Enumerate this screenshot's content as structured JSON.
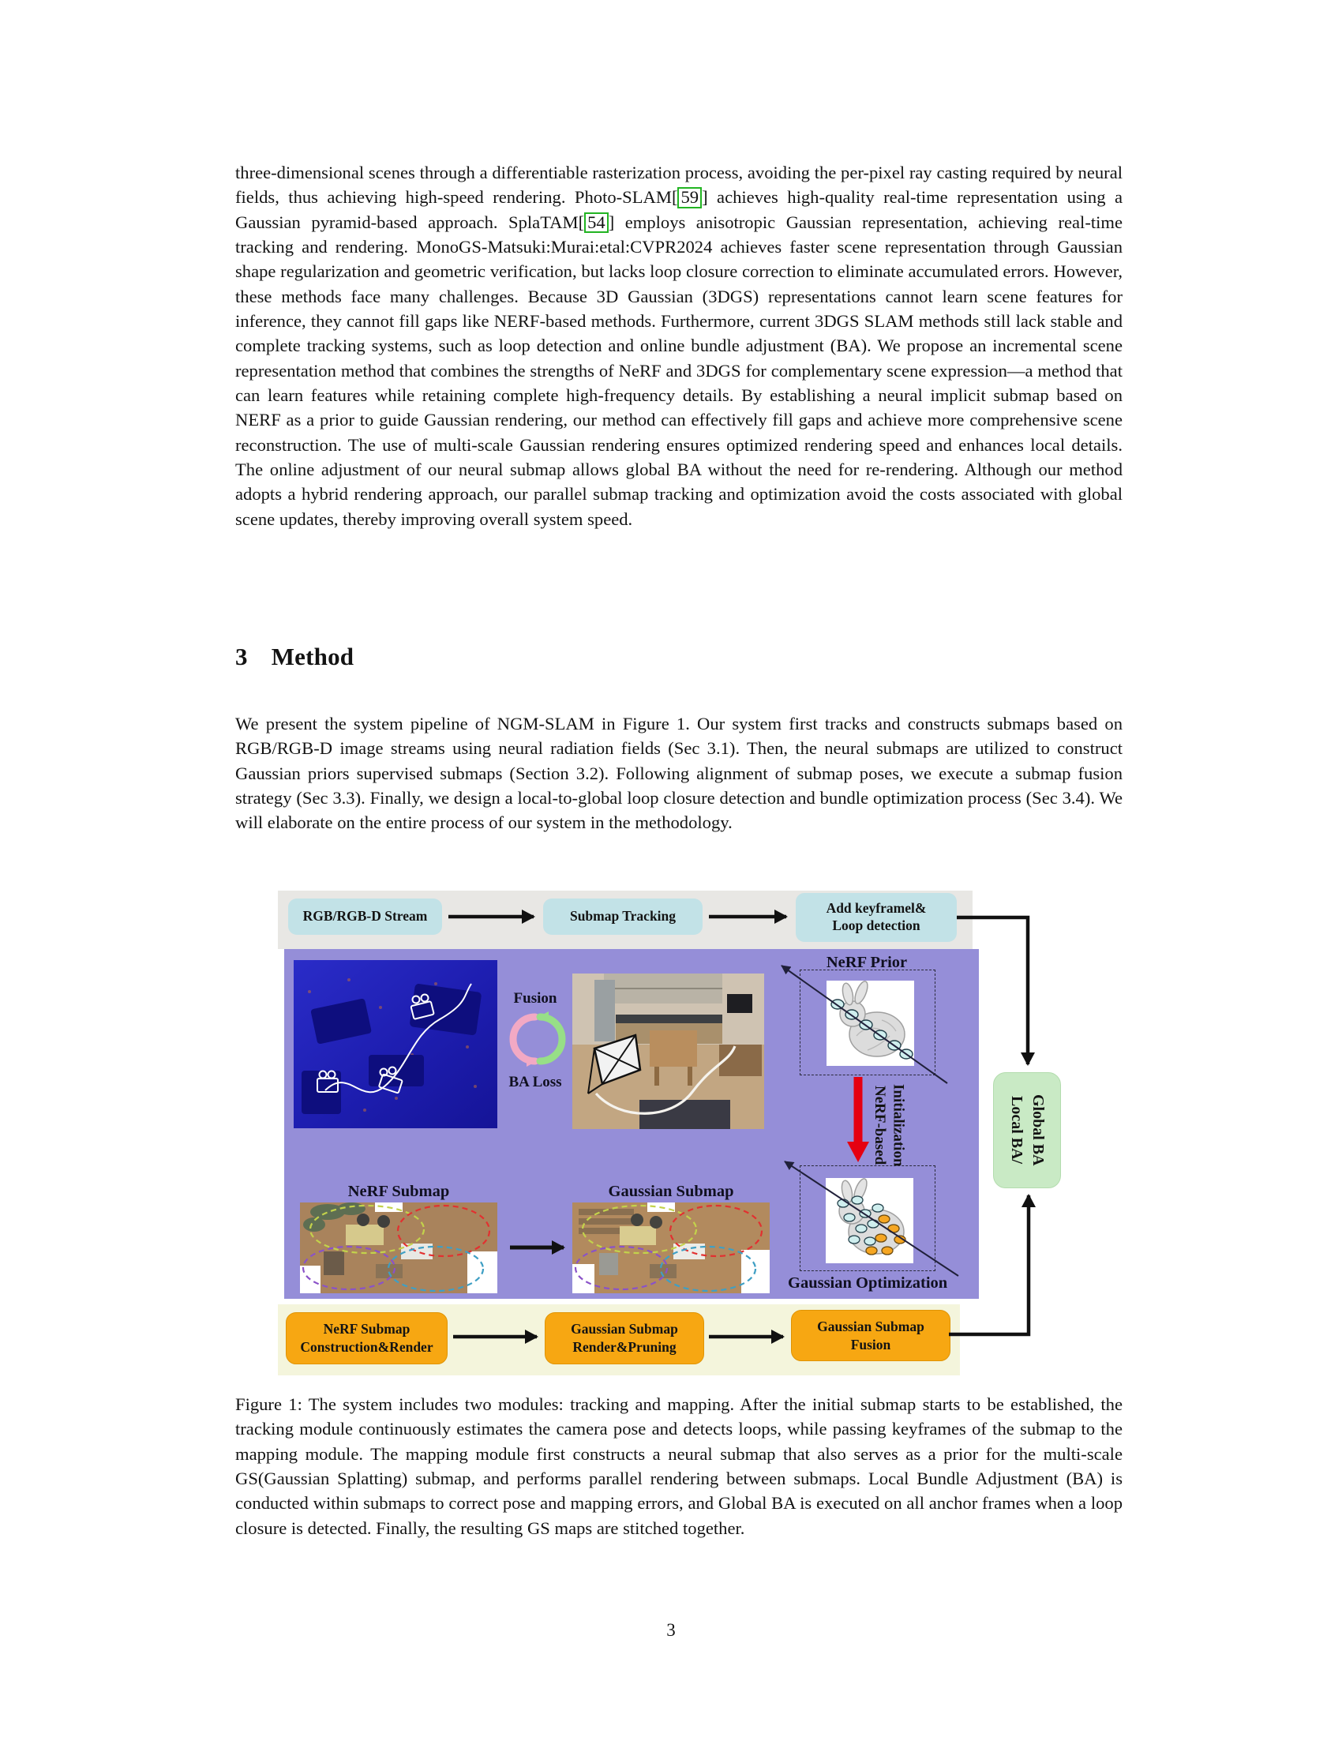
{
  "page_number": "3",
  "section": {
    "number": "3",
    "title": "Method"
  },
  "paragraph1": {
    "seg1": "three-dimensional scenes through a differentiable rasterization process, avoiding the per-pixel ray casting required by neural fields, thus achieving high-speed rendering. Photo-SLAM[",
    "cit1": "59",
    "seg2": "] achieves high-quality real-time representation using a Gaussian pyramid-based approach. SplaTAM[",
    "cit2": "54",
    "seg3": "] employs anisotropic Gaussian representation, achieving real-time tracking and rendering. MonoGS-Matsuki:Murai:etal:CVPR2024 achieves faster scene representation through Gaussian shape regularization and geometric verification, but lacks loop closure correction to eliminate accumulated errors. However, these methods face many challenges. Because 3D Gaussian (3DGS) representations cannot learn scene features for inference, they cannot fill gaps like NERF-based methods. Furthermore, current 3DGS SLAM methods still lack stable and complete tracking systems, such as loop detection and online bundle adjustment (BA). We propose an incremental scene representation method that combines the strengths of NeRF and 3DGS for complementary scene expression—a method that can learn features while retaining complete high-frequency details. By establishing a neural implicit submap based on NERF as a prior to guide Gaussian rendering, our method can effectively fill gaps and achieve more comprehensive scene reconstruction. The use of multi-scale Gaussian rendering ensures optimized rendering speed and enhances local details. The online adjustment of our neural submap allows global BA without the need for re-rendering. Although our method adopts a hybrid rendering approach, our parallel submap tracking and optimization avoid the costs associated with global scene updates, thereby improving overall system speed."
  },
  "paragraph2": "We present the system pipeline of NGM-SLAM in Figure 1. Our system first tracks and constructs submaps based on RGB/RGB-D image streams using neural radiation fields (Sec 3.1). Then, the neural submaps are utilized to construct Gaussian priors supervised submaps (Section 3.2). Following alignment of submap poses, we execute a submap fusion strategy (Sec 3.3). Finally, we design a local-to-global loop closure detection and bundle optimization process (Sec 3.4). We will elaborate on the entire process of our system in the methodology.",
  "figure": {
    "caption": "Figure 1: The system includes two modules: tracking and mapping. After the initial submap starts to be established, the tracking module continuously estimates the camera pose and detects loops, while passing keyframes of the submap to the mapping module. The mapping module first constructs a neural submap that also serves as a prior for the multi-scale GS(Gaussian Splatting) submap, and performs parallel rendering between submaps. Local Bundle Adjustment (BA) is conducted within submaps to correct pose and mapping errors, and Global BA is executed on all anchor frames when a loop closure is detected. Finally, the resulting GS maps are stitched together.",
    "top": {
      "box1": "RGB/RGB-D Stream",
      "box2": "Submap Tracking",
      "box3a": "Add keyframel&",
      "box3b": "Loop detection"
    },
    "bottom": {
      "box1a": "NeRF Submap",
      "box1b": "Construction&Render",
      "box2a": "Gaussian Submap",
      "box2b": "Render&Pruning",
      "box3a": "Gaussian Submap",
      "box3b": "Fusion"
    },
    "labels": {
      "fusion": "Fusion",
      "ba_loss": "BA Loss",
      "nerf_prior": "NeRF Prior",
      "nerf_submap": "NeRF Submap",
      "gaussian_submap": "Gaussian Submap",
      "gaussian_optimization": "Gaussian Optimization",
      "init_line1": "NeRF-based",
      "init_line2": "Initialization",
      "ba_line1": "Local BA/",
      "ba_line2": "Global BA"
    },
    "colors": {
      "purple_panel": "#958ed8",
      "gray_band": "#e8e7e4",
      "cyan_box": "#c2e2e7",
      "ivory_band": "#f4f5dc",
      "orange_box": "#f7a712",
      "green_box": "#c9eac5",
      "citation_green": "#22b422",
      "red_arrow": "#e50011"
    }
  }
}
